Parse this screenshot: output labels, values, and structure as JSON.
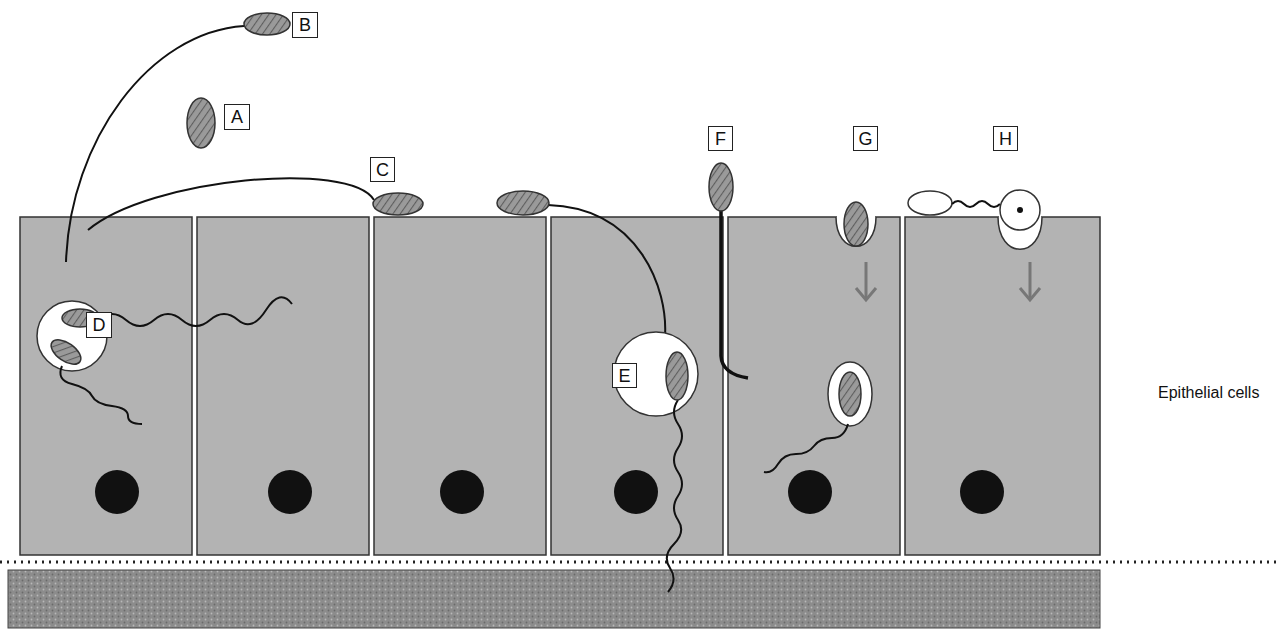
{
  "diagram": {
    "nodes": [
      {
        "text": [
          "B"
        ]
      },
      {
        "text": [
          "A"
        ]
      },
      {
        "text": [
          "F"
        ]
      },
      {
        "text": [
          "G"
        ]
      },
      {
        "text": [
          "H"
        ]
      },
      {
        "text": [
          "C"
        ]
      },
      {
        "text": [
          "D"
        ]
      },
      {
        "text": [
          "E"
        ]
      }
    ],
    "labels": [
      "Epithelial cells"
    ]
  }
}
